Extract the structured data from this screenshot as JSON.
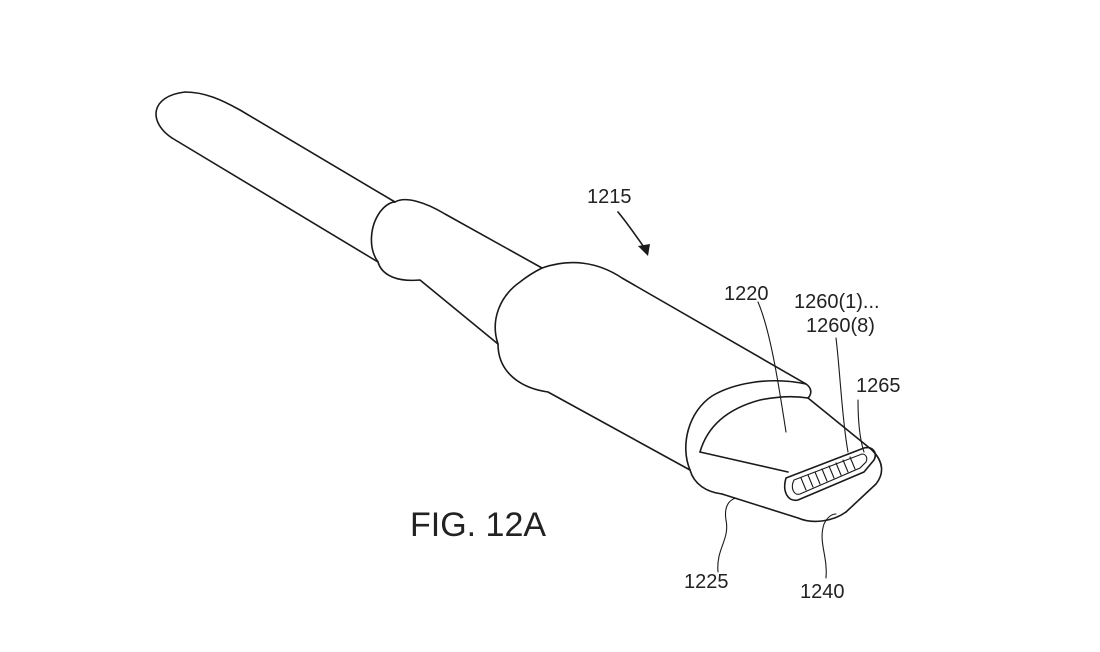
{
  "figure": {
    "caption": "FIG. 12A",
    "labels": {
      "connector": "1215",
      "tab": "1220",
      "contacts_first": "1260(1)...",
      "contacts_last": "1260(8)",
      "ground_ring": "1265",
      "body_edge": "1225",
      "contact_region": "1240"
    },
    "icons": [
      "arrow-icon"
    ],
    "colors": {
      "line": "#1a1a1a",
      "background": "#ffffff"
    }
  }
}
